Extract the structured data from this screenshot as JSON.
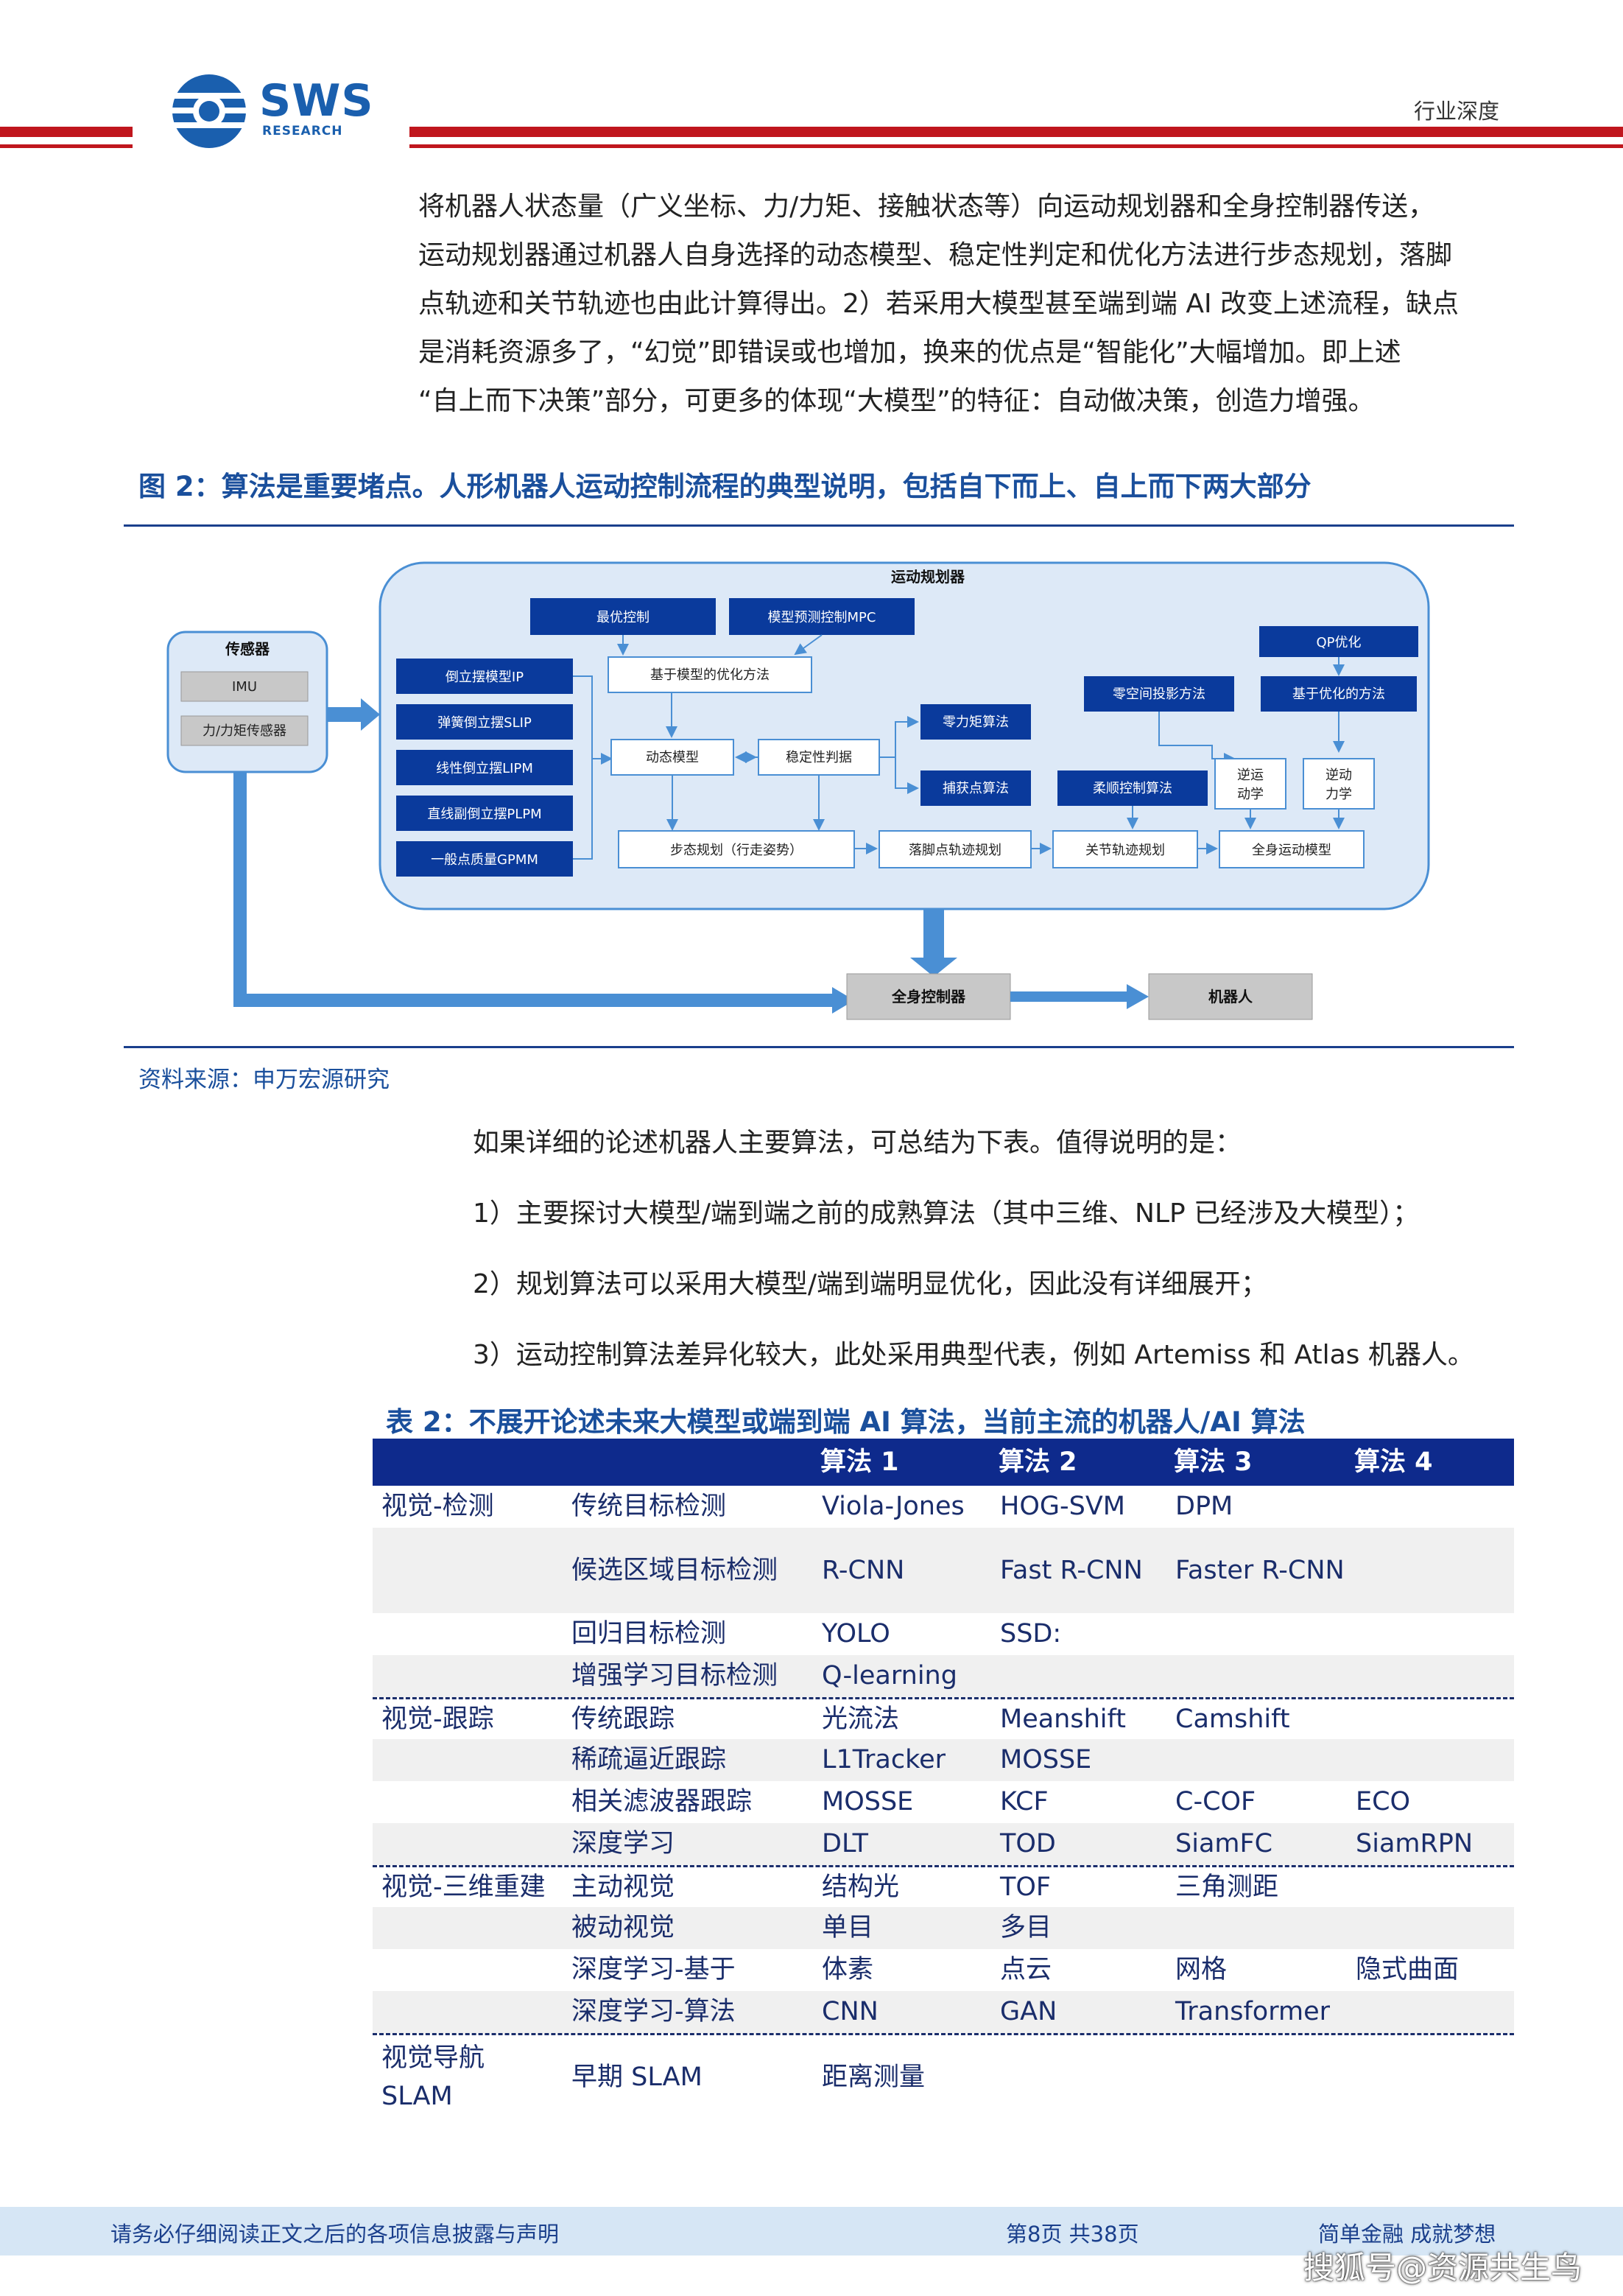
{
  "header": {
    "logo_text": "SWS",
    "logo_sub": "RESEARCH",
    "section_label": "行业深度"
  },
  "intro_lines": [
    "将机器人状态量（广义坐标、力/力矩、接触状态等）向运动规划器和全身控制器传送，",
    "运动规划器通过机器人自身选择的动态模型、稳定性判定和优化方法进行步态规划，落脚",
    "点轨迹和关节轨迹也由此计算得出。2）若采用大模型甚至端到端 AI 改变上述流程，缺点",
    "是消耗资源多了，“幻觉”即错误或也增加，换来的优点是“智能化”大幅增加。即上述",
    "“自上而下决策”部分，可更多的体现“大模型”的特征：自动做决策，创造力增强。"
  ],
  "figure": {
    "caption": "图 2：算法是重要堵点。人形机器人运动控制流程的典型说明，包括自下而上、自上而下两大部分",
    "source": "资料来源：申万宏源研究",
    "sensor_title": "传感器",
    "sensor_items": [
      "IMU",
      "力/力矩传感器"
    ],
    "planner_title": "运动规划器",
    "models": [
      "倒立摆模型IP",
      "弹簧倒立摆SLIP",
      "线性倒立摆LIPM",
      "直线副倒立摆PLPM",
      "一般点质量GPMM"
    ],
    "top_controls": [
      "最优控制",
      "模型预测控制MPC"
    ],
    "optim": "基于模型的优化方法",
    "dynamic": "动态模型",
    "stability": "稳定性判据",
    "zmp": "零力矩算法",
    "capture": "捕获点算法",
    "gait": "步态规划（行走姿势）",
    "foothold": "落脚点轨迹规划",
    "compliance": "柔顺控制算法",
    "joint": "关节轨迹规划",
    "nullspace": "零空间投影方法",
    "qp": "QP优化",
    "opt_based": "基于优化的方法",
    "inv_kin": [
      "逆运",
      "动学"
    ],
    "inv_dyn": [
      "逆动",
      "力学"
    ],
    "whole_model": "全身运动模型",
    "wbc": "全身控制器",
    "robot": "机器人"
  },
  "after_text": {
    "lead": "如果详细的论述机器人主要算法，可总结为下表。值得说明的是：",
    "items": [
      "1）主要探讨大模型/端到端之前的成熟算法（其中三维、NLP 已经涉及大模型）；",
      "2）规划算法可以采用大模型/端到端明显优化，因此没有详细展开；",
      "3）运动控制算法差异化较大，此处采用典型代表，例如 Artemiss 和 Atlas 机器人。"
    ]
  },
  "table": {
    "caption": "表 2：不展开论述未来大模型或端到端 AI 算法，当前主流的机器人/AI 算法",
    "headers": [
      "",
      "",
      "算法 1",
      "算法 2",
      "算法 3",
      "算法 4"
    ],
    "rows": [
      {
        "cells": [
          "视觉-检测",
          "传统目标检测",
          "Viola-Jones",
          "HOG-SVM",
          "DPM",
          ""
        ],
        "shade": false,
        "sep": false,
        "h": 57
      },
      {
        "cells": [
          "",
          "候选区域目标检测",
          "R-CNN",
          "Fast R-CNN",
          "Faster R-CNN",
          ""
        ],
        "shade": true,
        "sep": false,
        "h": 116
      },
      {
        "cells": [
          "",
          "回归目标检测",
          "YOLO",
          "SSD:",
          "",
          ""
        ],
        "shade": false,
        "sep": false,
        "h": 57
      },
      {
        "cells": [
          "",
          "增强学习目标检测",
          "Q-learning",
          "",
          "",
          ""
        ],
        "shade": true,
        "sep": false,
        "h": 57
      },
      {
        "cells": [
          "视觉-跟踪",
          "传统跟踪",
          "光流法",
          "Meanshift",
          "Camshift",
          ""
        ],
        "shade": false,
        "sep": true,
        "h": 57
      },
      {
        "cells": [
          "",
          "稀疏逼近跟踪",
          "L1Tracker",
          "MOSSE",
          "",
          ""
        ],
        "shade": true,
        "sep": false,
        "h": 57
      },
      {
        "cells": [
          "",
          "相关滤波器跟踪",
          "MOSSE",
          "KCF",
          "C-COF",
          "ECO"
        ],
        "shade": false,
        "sep": false,
        "h": 57
      },
      {
        "cells": [
          "",
          "深度学习",
          "DLT",
          "TOD",
          "SiamFC",
          "SiamRPN"
        ],
        "shade": true,
        "sep": false,
        "h": 57
      },
      {
        "cells": [
          "视觉-三维重建",
          "主动视觉",
          "结构光",
          "TOF",
          "三角测距",
          ""
        ],
        "shade": false,
        "sep": true,
        "h": 57
      },
      {
        "cells": [
          "",
          "被动视觉",
          "单目",
          "多目",
          "",
          ""
        ],
        "shade": true,
        "sep": false,
        "h": 57
      },
      {
        "cells": [
          "",
          "深度学习-基于",
          "体素",
          "点云",
          "网格",
          "隐式曲面"
        ],
        "shade": false,
        "sep": false,
        "h": 57
      },
      {
        "cells": [
          "",
          "深度学习-算法",
          "CNN",
          "GAN",
          "Transformer",
          ""
        ],
        "shade": true,
        "sep": false,
        "h": 57
      },
      {
        "cells": [
          "视觉导航 SLAM",
          "早期 SLAM",
          "距离测量",
          "",
          "",
          ""
        ],
        "shade": false,
        "sep": true,
        "h": 116
      }
    ]
  },
  "footer": {
    "left": "请务必仔细阅读正文之后的各项信息披露与声明",
    "center": "第8页 共38页",
    "right": "简单金融 成就梦想",
    "watermark": "搜狐号@资源共生鸟"
  }
}
